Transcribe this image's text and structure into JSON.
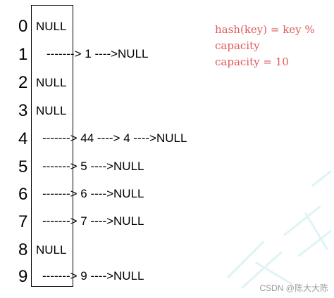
{
  "formula": {
    "lines": [
      "hash(key) = key %",
      "capacity",
      "capacity = 10"
    ],
    "color": "#e05a5a"
  },
  "buckets": [
    {
      "index": "0",
      "null_text": "NULL"
    },
    {
      "index": "1",
      "chain_text": "-------> 1 ---->NULL"
    },
    {
      "index": "2",
      "null_text": "NULL"
    },
    {
      "index": "3",
      "null_text": "NULL"
    },
    {
      "index": "4",
      "chain_text": "-------> 44 ----> 4 ---->NULL"
    },
    {
      "index": "5",
      "chain_text": "-------> 5 ---->NULL"
    },
    {
      "index": "6",
      "chain_text": "-------> 6 ---->NULL"
    },
    {
      "index": "7",
      "chain_text": "-------> 7 ---->NULL"
    },
    {
      "index": "8",
      "null_text": "NULL"
    },
    {
      "index": "9",
      "chain_text": "-------> 9 ---->NULL"
    }
  ],
  "watermark": "CSDN @陈大大陈"
}
